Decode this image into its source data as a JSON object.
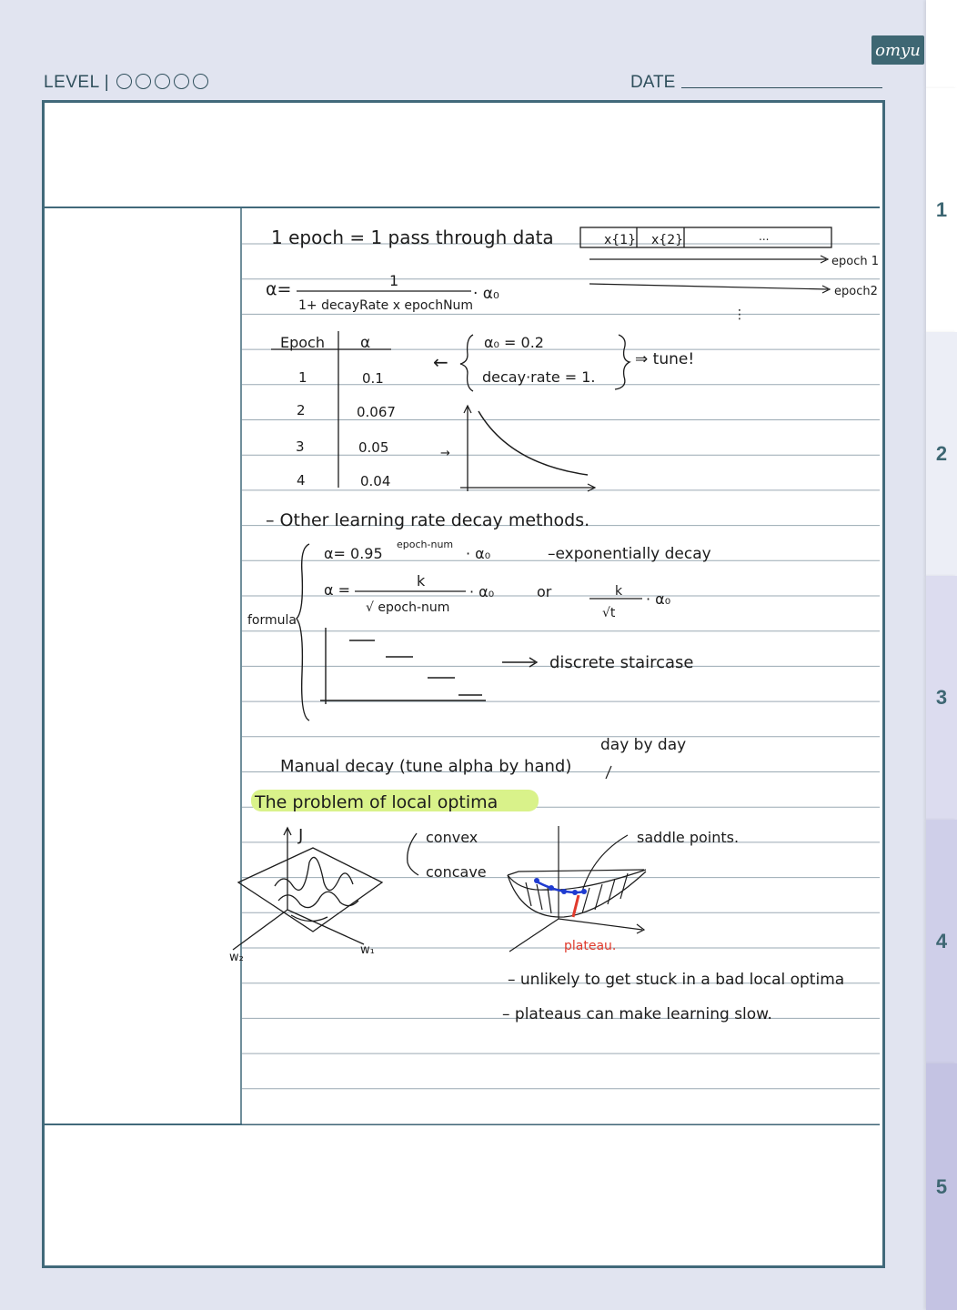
{
  "brand": "omyu",
  "header": {
    "level_label": "LEVEL |",
    "level_circles": 5,
    "date_label": "DATE"
  },
  "tabs": [
    "1",
    "2",
    "3",
    "4",
    "5"
  ],
  "colors": {
    "accent": "#3e6773",
    "highlight": "#d9f28a",
    "ink": "#1c1c1c",
    "red": "#e03a2c",
    "blue": "#1f3bd0",
    "tab1": "#ffffff",
    "tab2": "#eceef6",
    "tab3": "#dcdcef",
    "tab4": "#cfcfe9",
    "tab5": "#c4c3e3"
  },
  "notes": {
    "line1": "1 epoch = 1 pass through data",
    "batch1": "x{1}",
    "batch2": "x{2}",
    "batch_ellipsis": "...",
    "epoch1": "epoch 1",
    "epoch2": "epoch2",
    "alpha_lhs": "α=",
    "alpha_num": "1",
    "alpha_den": "1+ decayRate x epochNum",
    "alpha_tail": "· α₀",
    "vdots": "⋮",
    "table_head_epoch": "Epoch",
    "table_head_alpha": "α",
    "table_rows": [
      {
        "epoch": "1",
        "alpha": "0.1"
      },
      {
        "epoch": "2",
        "alpha": "0.067"
      },
      {
        "epoch": "3",
        "alpha": "0.05"
      },
      {
        "epoch": "4",
        "alpha": "0.04"
      }
    ],
    "arrow_left": "←",
    "arrow_small": "→",
    "param1": "α₀ = 0.2",
    "param2": "decay·rate = 1.",
    "tune": "⇒ tune!",
    "other_methods": "– Other learning rate decay methods.",
    "exp_formula": "α= 0.95",
    "exp_super": "epoch-num",
    "exp_tail": "· α₀",
    "exp_label": "–exponentially decay",
    "sqrt_lhs": "α =",
    "sqrt_num": "k",
    "sqrt_den": "√ epoch-num",
    "sqrt_tail": "· α₀",
    "or": "or",
    "k_num": "k",
    "k_den": "√t",
    "k_tail": "· α₀",
    "formula_label": "formula",
    "staircase_label": "discrete staircase",
    "manual_decay": "Manual decay (tune alpha by hand)",
    "day_by_day": "day by day",
    "local_optima_title": "The problem of local optima",
    "axis_j": "J",
    "axis_w2": "w₂",
    "axis_w1": "w₁",
    "convex": "convex",
    "concave": "concave",
    "saddle": "saddle points.",
    "plateau": "plateau.",
    "bullet1": "– unlikely to get stuck in a bad local optima",
    "bullet2": "– plateaus can make learning slow."
  }
}
